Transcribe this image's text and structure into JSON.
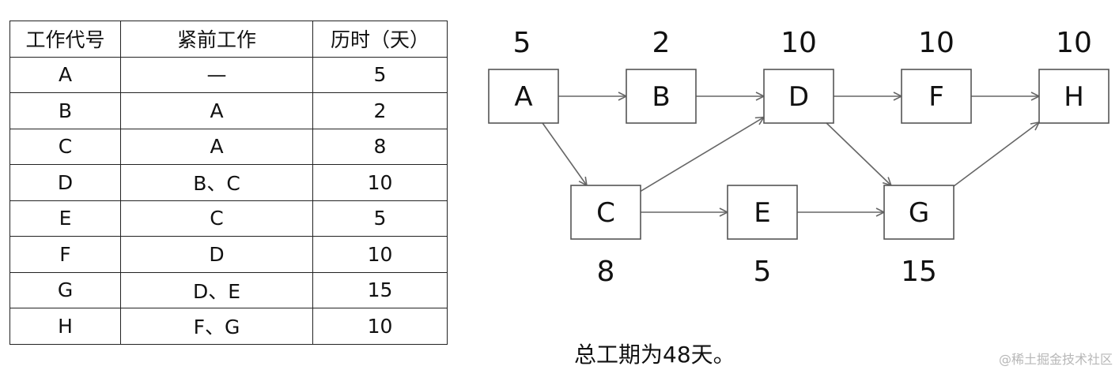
{
  "table": {
    "headers": [
      "工作代号",
      "紧前工作",
      "历时（天）"
    ],
    "rows": [
      [
        "A",
        "—",
        "5"
      ],
      [
        "B",
        "A",
        "2"
      ],
      [
        "C",
        "A",
        "8"
      ],
      [
        "D",
        "B、C",
        "10"
      ],
      [
        "E",
        "C",
        "5"
      ],
      [
        "F",
        "D",
        "10"
      ],
      [
        "G",
        "D、E",
        "15"
      ],
      [
        "H",
        "F、G",
        "10"
      ]
    ]
  },
  "network": {
    "nodes": [
      {
        "id": "A",
        "duration": "5"
      },
      {
        "id": "B",
        "duration": "2"
      },
      {
        "id": "D",
        "duration": "10"
      },
      {
        "id": "F",
        "duration": "10"
      },
      {
        "id": "H",
        "duration": "10"
      },
      {
        "id": "C",
        "duration": "8"
      },
      {
        "id": "E",
        "duration": "5"
      },
      {
        "id": "G",
        "duration": "15"
      }
    ],
    "edges": [
      [
        "A",
        "B"
      ],
      [
        "A",
        "C"
      ],
      [
        "B",
        "D"
      ],
      [
        "C",
        "D"
      ],
      [
        "C",
        "E"
      ],
      [
        "D",
        "F"
      ],
      [
        "D",
        "G"
      ],
      [
        "E",
        "G"
      ],
      [
        "F",
        "H"
      ],
      [
        "G",
        "H"
      ]
    ],
    "line_color": "#666666"
  },
  "total_text": "总工期为48天。",
  "watermark": "@稀土掘金技术社区"
}
